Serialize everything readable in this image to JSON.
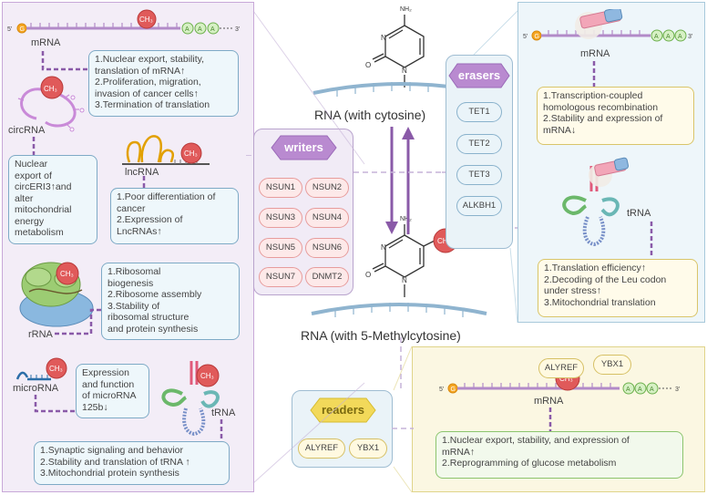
{
  "center": {
    "rna_cytosine_label": "RNA (with cytosine)",
    "rna_5mc_label": "RNA (with 5-Methylcytosine)",
    "nh2": "NH₂",
    "ch3": "CH₃"
  },
  "writers": {
    "title": "writers",
    "items": [
      "NSUN1",
      "NSUN2",
      "NSUN3",
      "NSUN4",
      "NSUN5",
      "NSUN6",
      "NSUN7",
      "DNMT2"
    ]
  },
  "erasers": {
    "title": "erasers",
    "items": [
      "TET1",
      "TET2",
      "TET3",
      "ALKBH1"
    ]
  },
  "readers": {
    "title": "readers",
    "items": [
      "ALYREF",
      "YBX1"
    ]
  },
  "left": {
    "mrna_label": "mRNA",
    "mrna_text": [
      "1.Nuclear export, stability,",
      "translation of mRNA↑",
      "2.Proliferation, migration,",
      "invasion of cancer cells↑",
      "3.Termination of translation"
    ],
    "circrna_label": "circRNA",
    "circrna_text": [
      "Nuclear",
      "export of",
      "circERI3↑and",
      "alter",
      "mitochondrial",
      "energy",
      "metabolism"
    ],
    "lncrna_label": "lncRNA",
    "lncrna_text": [
      "1.Poor differentiation of",
      "cancer",
      "2.Expression of",
      "LncRNAs↑"
    ],
    "rrna_label": "rRNA",
    "rrna_text": [
      "1.Ribosomal",
      "biogenesis",
      "2.Ribosome assembly",
      "3.Stability of",
      "ribosomal structure",
      "and protein synthesis"
    ],
    "microrna_label": "microRNA",
    "microrna_text": [
      "Expression",
      "and function",
      "of microRNA",
      "125b↓"
    ],
    "trna_label": "tRNA",
    "trna_text": [
      "1.Synaptic signaling and behavior",
      "2.Stability and translation of tRNA ↑",
      "3.Mitochondrial protein synthesis"
    ]
  },
  "right_top": {
    "mrna_label": "mRNA",
    "mrna_text": [
      "1.Transcription-coupled",
      "homologous recombination",
      "2.Stability and expression of",
      "mRNA↓"
    ],
    "trna_label": "tRNA",
    "trna_text": [
      "1.Translation efficiency↑",
      "2.Decoding of the Leu codon",
      "under stress↑",
      "3.Mitochondrial translation"
    ]
  },
  "right_bottom": {
    "mrna_label": "mRNA",
    "alyref": "ALYREF",
    "ybx1": "YBX1",
    "text": [
      "1.Nuclear export, stability, and expression of",
      "mRNA↑",
      "2.Reprogramming of glucose metabolism"
    ]
  },
  "strand": {
    "five_prime": "5'",
    "three_prime": "3'",
    "g": "G",
    "a": "A"
  }
}
